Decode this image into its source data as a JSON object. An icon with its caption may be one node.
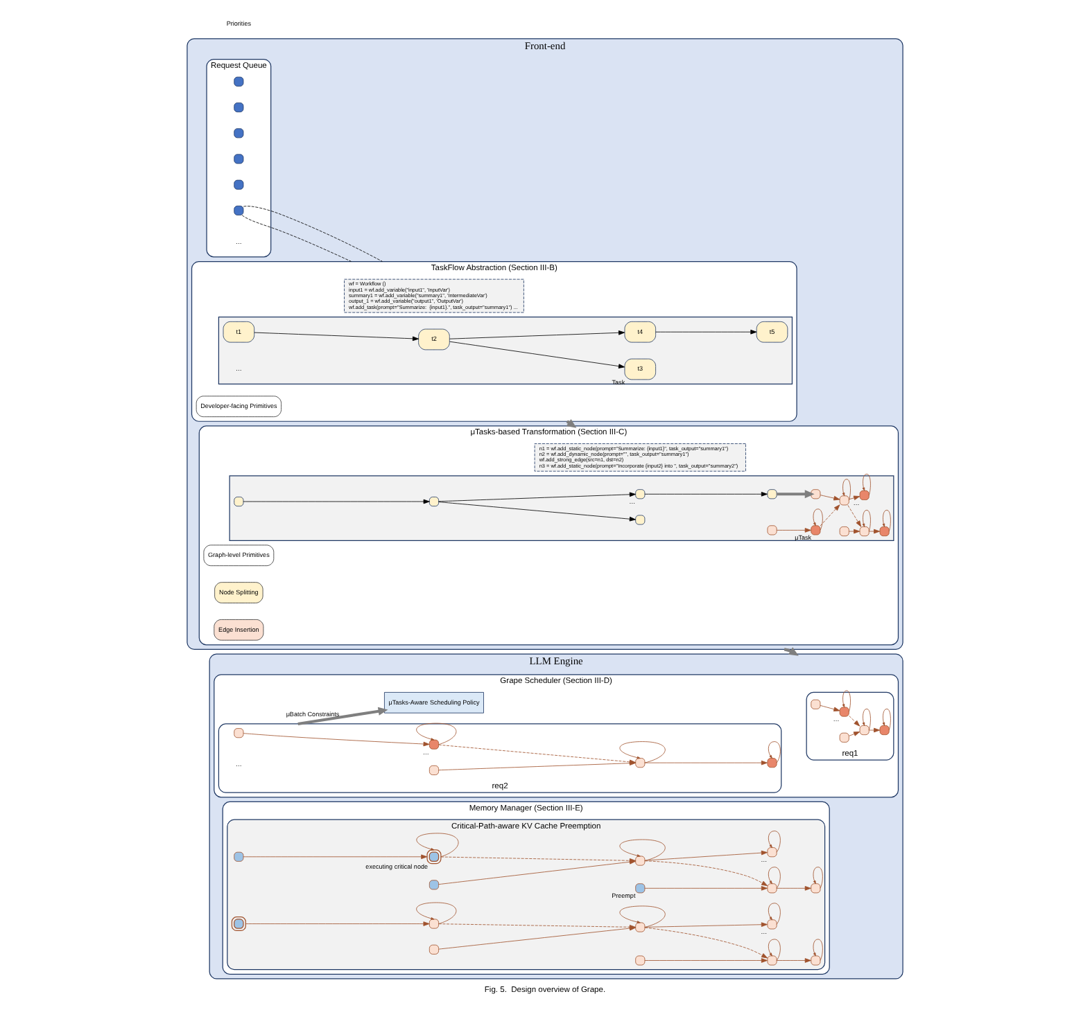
{
  "diagram": {
    "caption": "Fig. 5.  Design overview of Grape.",
    "nodes": [
      {
        "text": [
          "Front-end"
        ]
      },
      {
        "text": [
          "Request Queue"
        ],
        "in": 0,
        "beside": [
          "…"
        ]
      },
      {
        "text": [],
        "shape": "box",
        "in": 1
      },
      {
        "text": [],
        "shape": "box",
        "in": 1
      },
      {
        "text": [],
        "shape": "box",
        "in": 1
      },
      {
        "text": [],
        "shape": "box",
        "in": 1
      },
      {
        "text": [],
        "shape": "box",
        "in": 1
      },
      {
        "text": [],
        "shape": "box",
        "in": 1
      },
      {
        "text": [
          "TaskFlow Abstraction (Section III-B)"
        ],
        "in": 0
      },
      {
        "text": [
          "wf = Workflow ()",
          "input1 = wf.add_variable(\"input1\", 'InputVar')",
          "summary1 = wf.add_variable(\"summary1\", 'IntermediateVar')",
          "output_1 = wf.add_variable(\"output1\", 'OutputVar')",
          "wf.add_task(prompt=\"Summarize:  {input1}.\", task_output=\"summary1\") ..."
        ],
        "in": 8
      },
      {
        "text": [
          "Developer-facing Primitives"
        ],
        "in": 8
      },
      {
        "text": [],
        "shape": "box",
        "in": 8,
        "beside": [
          "…"
        ]
      },
      {
        "text": [
          "t1"
        ],
        "in": 11
      },
      {
        "text": [
          "t2"
        ],
        "in": 11
      },
      {
        "text": [
          "t3"
        ],
        "in": 11,
        "beside": [
          "Task"
        ]
      },
      {
        "text": [
          "t4"
        ],
        "in": 11
      },
      {
        "text": [
          "t5"
        ],
        "in": 11
      },
      {
        "text": [
          "μTasks-based Transformation (Section III-C)"
        ],
        "in": 0
      },
      {
        "text": [
          "n1 = wf.add_static_node(prompt=\"Summarize: {input1}\", task_output=\"summary1\")",
          "n2 = wf.add_dynamic_node(prompt=\"\", task_output=\"summary1\")",
          "wf.add_strong_edge(src=n1, dst=n2)",
          "n3 = wf.add_static_node(prompt=\"Incorporate {input2} into \", task_output=\"summary2\")"
        ],
        "in": 17
      },
      {
        "text": [
          "Graph-level Primitives"
        ],
        "in": 17
      },
      {
        "text": [],
        "shape": "box",
        "in": 17
      },
      {
        "text": [],
        "shape": "box",
        "in": 20
      },
      {
        "text": [],
        "shape": "box",
        "in": 20
      },
      {
        "text": [],
        "shape": "box",
        "in": 20
      },
      {
        "text": [],
        "shape": "box",
        "in": 20,
        "beside": [
          "…"
        ]
      },
      {
        "text": [],
        "shape": "box",
        "in": 20
      },
      {
        "text": [],
        "shape": "box",
        "in": 20
      },
      {
        "text": [],
        "shape": "box",
        "in": 20,
        "beside": [
          "μTask"
        ]
      },
      {
        "text": [],
        "shape": "box",
        "in": 20
      },
      {
        "text": [],
        "shape": "box",
        "in": 20
      },
      {
        "text": [],
        "shape": "box",
        "in": 20,
        "beside": [
          "…"
        ]
      },
      {
        "text": [],
        "shape": "box",
        "in": 20
      },
      {
        "text": [],
        "shape": "box",
        "in": 20
      },
      {
        "text": [],
        "shape": "box",
        "in": 20
      },
      {
        "text": [
          "Node Splitting"
        ],
        "in": 17
      },
      {
        "text": [
          "Edge Insertion"
        ],
        "in": 17
      },
      {
        "text": [
          "LLM Engine"
        ]
      },
      {
        "text": [
          "Grape Scheduler (Section III-D)"
        ],
        "in": 36
      },
      {
        "text": [
          "req1"
        ],
        "in": 37
      },
      {
        "text": [],
        "shape": "box",
        "in": 38
      },
      {
        "text": [],
        "shape": "box",
        "in": 38,
        "beside": [
          "…"
        ]
      },
      {
        "text": [],
        "shape": "box",
        "in": 38
      },
      {
        "text": [],
        "shape": "box",
        "in": 38
      },
      {
        "text": [],
        "shape": "box",
        "in": 38
      },
      {
        "text": [
          "req2"
        ],
        "in": 37,
        "beside": [
          "…"
        ]
      },
      {
        "text": [],
        "shape": "box",
        "in": 44
      },
      {
        "text": [],
        "shape": "box",
        "in": 44,
        "beside": [
          "…"
        ]
      },
      {
        "text": [],
        "shape": "box",
        "in": 44
      },
      {
        "text": [],
        "shape": "box",
        "in": 44
      },
      {
        "text": [],
        "shape": "box",
        "in": 44
      },
      {
        "text": [
          "μTasks-Aware Scheduling Policy"
        ],
        "in": 37
      },
      {
        "text": [
          "Memory Manager (Section III-E)"
        ],
        "in": 36
      },
      {
        "text": [
          "Critical-Path-aware KV Cache Preemption"
        ],
        "in": 51
      },
      {
        "text": [],
        "shape": "box",
        "in": 52
      },
      {
        "text": [],
        "shape": "box",
        "in": 52,
        "beside": [
          "executing critical node"
        ]
      },
      {
        "text": [],
        "shape": "box",
        "in": 52
      },
      {
        "text": [],
        "shape": "box",
        "in": 52
      },
      {
        "text": [],
        "shape": "box",
        "in": 52,
        "beside": [
          "…"
        ]
      },
      {
        "text": [],
        "shape": "box",
        "in": 52,
        "beside": [
          "Preempt"
        ]
      },
      {
        "text": [],
        "shape": "box",
        "in": 52
      },
      {
        "text": [],
        "shape": "box",
        "in": 52
      },
      {
        "text": [],
        "shape": "box",
        "in": 52
      },
      {
        "text": [],
        "shape": "box",
        "in": 52
      },
      {
        "text": [],
        "shape": "box",
        "in": 52
      },
      {
        "text": [],
        "shape": "box",
        "in": 52
      },
      {
        "text": [],
        "shape": "box",
        "in": 52,
        "beside": [
          "…"
        ]
      },
      {
        "text": [],
        "shape": "box",
        "in": 52
      },
      {
        "text": [],
        "shape": "box",
        "in": 52
      },
      {
        "text": [],
        "shape": "box",
        "in": 52
      }
    ],
    "edges": [
      {
        "from": 7,
        "to": 8,
        "arrow": "none",
        "style": "dashed",
        "color": "#000000"
      },
      {
        "from": 7,
        "to": 8,
        "arrow": "none",
        "style": "dashed",
        "color": "#000000"
      },
      {
        "from": 12,
        "to": 13,
        "arrow": "to",
        "color": "#000000"
      },
      {
        "from": 13,
        "to": 14,
        "arrow": "to",
        "color": "#000000"
      },
      {
        "from": 13,
        "to": 15,
        "arrow": "to",
        "color": "#000000"
      },
      {
        "from": 15,
        "to": 16,
        "arrow": "to",
        "color": "#000000"
      },
      {
        "from": 8,
        "to": 17,
        "arrow": "to",
        "style": "thick",
        "color": "#7f7f7f"
      },
      {
        "from": 21,
        "to": 22,
        "arrow": "to",
        "color": "#000000"
      },
      {
        "from": 22,
        "to": 23,
        "arrow": "to",
        "color": "#000000"
      },
      {
        "from": 22,
        "to": 24,
        "arrow": "to",
        "color": "#000000"
      },
      {
        "from": 24,
        "to": 25,
        "arrow": "to",
        "color": "#000000"
      },
      {
        "from": 25,
        "to": 28,
        "arrow": "to",
        "style": "thick",
        "color": "#7f7f7f"
      },
      {
        "from": 26,
        "to": 27,
        "arrow": "to",
        "color": "#a0522d"
      },
      {
        "from": 27,
        "to": 27,
        "arrow": "to",
        "color": "#a0522d"
      },
      {
        "from": 27,
        "to": 29,
        "arrow": "to",
        "style": "dashed",
        "color": "#a0522d"
      },
      {
        "from": 28,
        "to": 29,
        "arrow": "to",
        "color": "#a0522d"
      },
      {
        "from": 29,
        "to": 29,
        "arrow": "to",
        "color": "#a0522d"
      },
      {
        "from": 29,
        "to": 30,
        "arrow": "to",
        "color": "#a0522d"
      },
      {
        "from": 30,
        "to": 30,
        "arrow": "to",
        "color": "#a0522d"
      },
      {
        "from": 29,
        "to": 32,
        "arrow": "to",
        "style": "dashed",
        "color": "#a0522d"
      },
      {
        "from": 31,
        "to": 32,
        "arrow": "to",
        "color": "#a0522d"
      },
      {
        "from": 32,
        "to": 32,
        "arrow": "to",
        "color": "#a0522d"
      },
      {
        "from": 32,
        "to": 33,
        "arrow": "to",
        "color": "#a0522d"
      },
      {
        "from": 33,
        "to": 33,
        "arrow": "to",
        "color": "#a0522d"
      },
      {
        "from": 0,
        "to": 36,
        "arrow": "to",
        "style": "thick",
        "color": "#7f7f7f"
      },
      {
        "from": 39,
        "to": 40,
        "arrow": "to",
        "color": "#a0522d"
      },
      {
        "from": 40,
        "to": 40,
        "arrow": "to",
        "color": "#a0522d"
      },
      {
        "from": 40,
        "to": 42,
        "arrow": "to",
        "style": "dashed",
        "color": "#a0522d"
      },
      {
        "from": 41,
        "to": 42,
        "arrow": "to",
        "color": "#a0522d"
      },
      {
        "from": 42,
        "to": 42,
        "arrow": "to",
        "color": "#a0522d"
      },
      {
        "from": 42,
        "to": 43,
        "arrow": "to",
        "color": "#a0522d"
      },
      {
        "from": 43,
        "to": 43,
        "arrow": "to",
        "color": "#a0522d"
      },
      {
        "from": 45,
        "to": 46,
        "arrow": "to",
        "color": "#a0522d"
      },
      {
        "from": 46,
        "to": 46,
        "arrow": "to",
        "color": "#a0522d"
      },
      {
        "from": 46,
        "to": 48,
        "arrow": "to",
        "style": "dashed",
        "color": "#a0522d"
      },
      {
        "from": 47,
        "to": 48,
        "arrow": "to",
        "color": "#a0522d"
      },
      {
        "from": 48,
        "to": 48,
        "arrow": "to",
        "color": "#a0522d"
      },
      {
        "from": 48,
        "to": 49,
        "arrow": "to",
        "color": "#a0522d"
      },
      {
        "from": 49,
        "to": 49,
        "arrow": "to",
        "color": "#a0522d"
      },
      {
        "from": 44,
        "to": 50,
        "arrow": "to",
        "label": "μBatch Constraints",
        "style": "thick",
        "color": "#7f7f7f"
      },
      {
        "from": 53,
        "to": 54,
        "arrow": "to",
        "color": "#a0522d"
      },
      {
        "from": 54,
        "to": 54,
        "arrow": "to",
        "color": "#a0522d"
      },
      {
        "from": 54,
        "to": 56,
        "arrow": "to",
        "style": "dashed",
        "color": "#a0522d"
      },
      {
        "from": 55,
        "to": 56,
        "arrow": "to",
        "color": "#a0522d"
      },
      {
        "from": 56,
        "to": 56,
        "arrow": "to",
        "color": "#a0522d"
      },
      {
        "from": 56,
        "to": 57,
        "arrow": "to",
        "color": "#a0522d"
      },
      {
        "from": 57,
        "to": 57,
        "arrow": "to",
        "color": "#a0522d"
      },
      {
        "from": 56,
        "to": 59,
        "arrow": "to",
        "style": "dashed",
        "color": "#a0522d"
      },
      {
        "from": 58,
        "to": 59,
        "arrow": "to",
        "color": "#a0522d"
      },
      {
        "from": 59,
        "to": 59,
        "arrow": "to",
        "color": "#a0522d"
      },
      {
        "from": 59,
        "to": 60,
        "arrow": "to",
        "color": "#a0522d"
      },
      {
        "from": 60,
        "to": 60,
        "arrow": "to",
        "color": "#a0522d"
      },
      {
        "from": 61,
        "to": 62,
        "arrow": "to",
        "color": "#a0522d"
      },
      {
        "from": 62,
        "to": 62,
        "arrow": "to",
        "color": "#a0522d"
      },
      {
        "from": 62,
        "to": 64,
        "arrow": "to",
        "style": "dashed",
        "color": "#a0522d"
      },
      {
        "from": 63,
        "to": 64,
        "arrow": "to",
        "color": "#a0522d"
      },
      {
        "from": 64,
        "to": 64,
        "arrow": "to",
        "color": "#a0522d"
      },
      {
        "from": 64,
        "to": 65,
        "arrow": "to",
        "color": "#a0522d"
      },
      {
        "from": 65,
        "to": 65,
        "arrow": "to",
        "color": "#a0522d"
      },
      {
        "from": 64,
        "to": 67,
        "arrow": "to",
        "style": "dashed",
        "color": "#a0522d"
      },
      {
        "from": 66,
        "to": 67,
        "arrow": "to",
        "color": "#a0522d"
      },
      {
        "from": 67,
        "to": 67,
        "arrow": "to",
        "color": "#a0522d"
      },
      {
        "from": 67,
        "to": 68,
        "arrow": "to",
        "color": "#a0522d"
      },
      {
        "from": 68,
        "to": 68,
        "arrow": "to",
        "color": "#a0522d"
      }
    ],
    "labels": [
      "Priorities"
    ]
  }
}
